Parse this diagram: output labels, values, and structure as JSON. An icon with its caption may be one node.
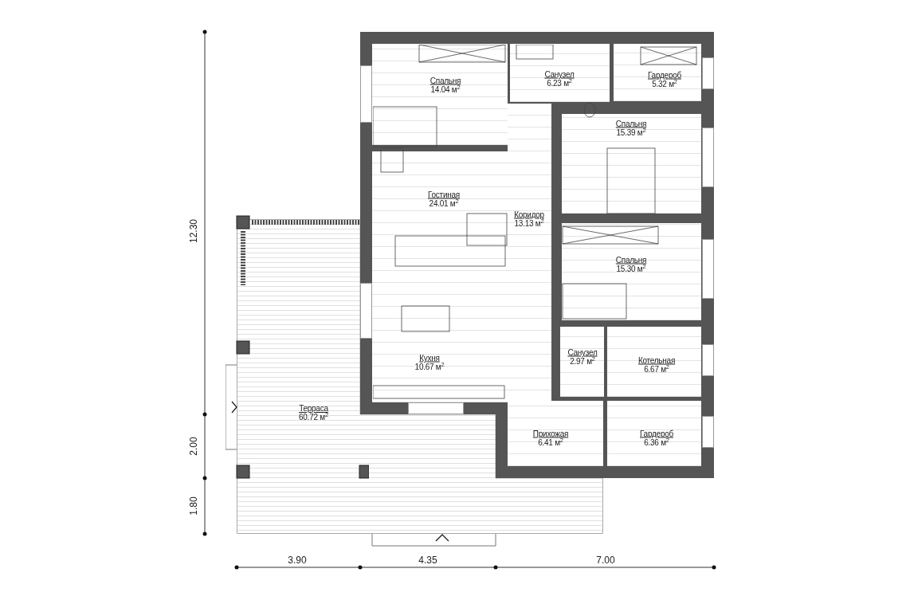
{
  "diagram": {
    "nodes": [
      {
        "text": [
          "Спальня",
          "14.04 м$^{2}$"
        ]
      },
      {
        "text": [
          "Санузел",
          "6.23 м$^{2}$"
        ]
      },
      {
        "text": [
          "Гардероб",
          "5.32 м$^{2}$"
        ]
      },
      {
        "text": [
          "Спальня",
          "15.39 м$^{2}$"
        ]
      },
      {
        "text": [
          "Гостиная",
          "24.01 м$^{2}$"
        ]
      },
      {
        "text": [
          "Коридор",
          "13.13 м$^{2}$"
        ]
      },
      {
        "text": [
          "Спальня",
          "15.30 м$^{2}$"
        ]
      },
      {
        "text": [
          "Кухня",
          "10.67 м$^{2}$"
        ]
      },
      {
        "text": [
          "Санузел",
          "2.97 м$^{2}$"
        ]
      },
      {
        "text": [
          "Котельная",
          "6.67 м$^{2}$"
        ]
      },
      {
        "text": [
          "Терраса",
          "60.72 м$^{2}$"
        ]
      },
      {
        "text": [
          "Прихожая",
          "6.41 м$^{2}$"
        ]
      },
      {
        "text": [
          "Гардероб",
          "6.36 м$^{2}$"
        ]
      }
    ],
    "labels": [
      "12.30",
      "2.00",
      "1.80",
      "3.90",
      "4.35",
      "7.00"
    ]
  }
}
